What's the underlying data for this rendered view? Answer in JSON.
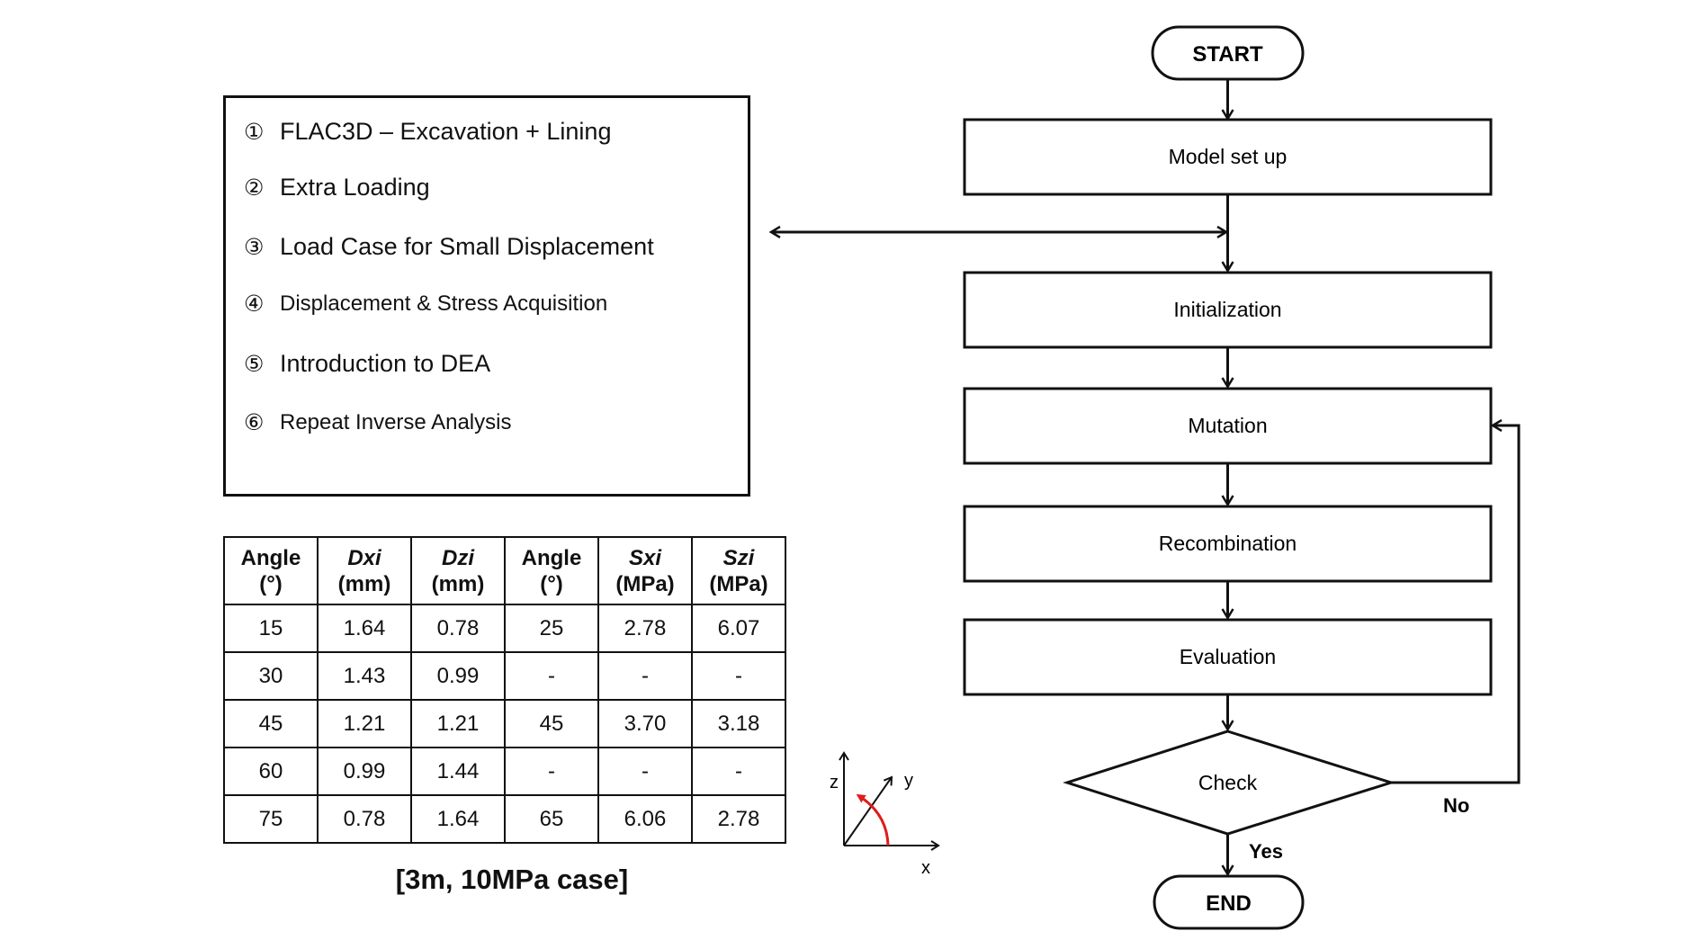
{
  "steps": [
    {
      "num": "①",
      "text": "FLAC3D – Excavation + Lining"
    },
    {
      "num": "②",
      "text": "Extra Loading"
    },
    {
      "num": "③",
      "text": "Load Case for Small Displacement"
    },
    {
      "num": "④",
      "text": "Displacement & Stress Acquisition"
    },
    {
      "num": "⑤",
      "text": "Introduction to DEA"
    },
    {
      "num": "⑥",
      "text": "Repeat Inverse Analysis"
    }
  ],
  "table": {
    "headers": [
      {
        "name": "Angle",
        "unit": "(°)"
      },
      {
        "name": "Dxi",
        "unit": "(mm)"
      },
      {
        "name": "Dzi",
        "unit": "(mm)"
      },
      {
        "name": "Angle",
        "unit": "(°)"
      },
      {
        "name": "Sxi",
        "unit": "(MPa)"
      },
      {
        "name": "Szi",
        "unit": "(MPa)"
      }
    ],
    "rows": [
      [
        "15",
        "1.64",
        "0.78",
        "25",
        "2.78",
        "6.07"
      ],
      [
        "30",
        "1.43",
        "0.99",
        "-",
        "-",
        "-"
      ],
      [
        "45",
        "1.21",
        "1.21",
        "45",
        "3.70",
        "3.18"
      ],
      [
        "60",
        "0.99",
        "1.44",
        "-",
        "-",
        "-"
      ],
      [
        "75",
        "0.78",
        "1.64",
        "65",
        "6.06",
        "2.78"
      ]
    ],
    "caption": "[3m, 10MPa case]"
  },
  "axes": {
    "x": "x",
    "y": "y",
    "z": "z"
  },
  "flowchart": {
    "start": "START",
    "model_setup": "Model set up",
    "initialization": "Initialization",
    "mutation": "Mutation",
    "recombination": "Recombination",
    "evaluation": "Evaluation",
    "check": "Check",
    "no_label": "No",
    "yes_label": "Yes",
    "end": "END"
  },
  "colors": {
    "line": "#111111",
    "rotation_arrow": "#e01b1b"
  }
}
